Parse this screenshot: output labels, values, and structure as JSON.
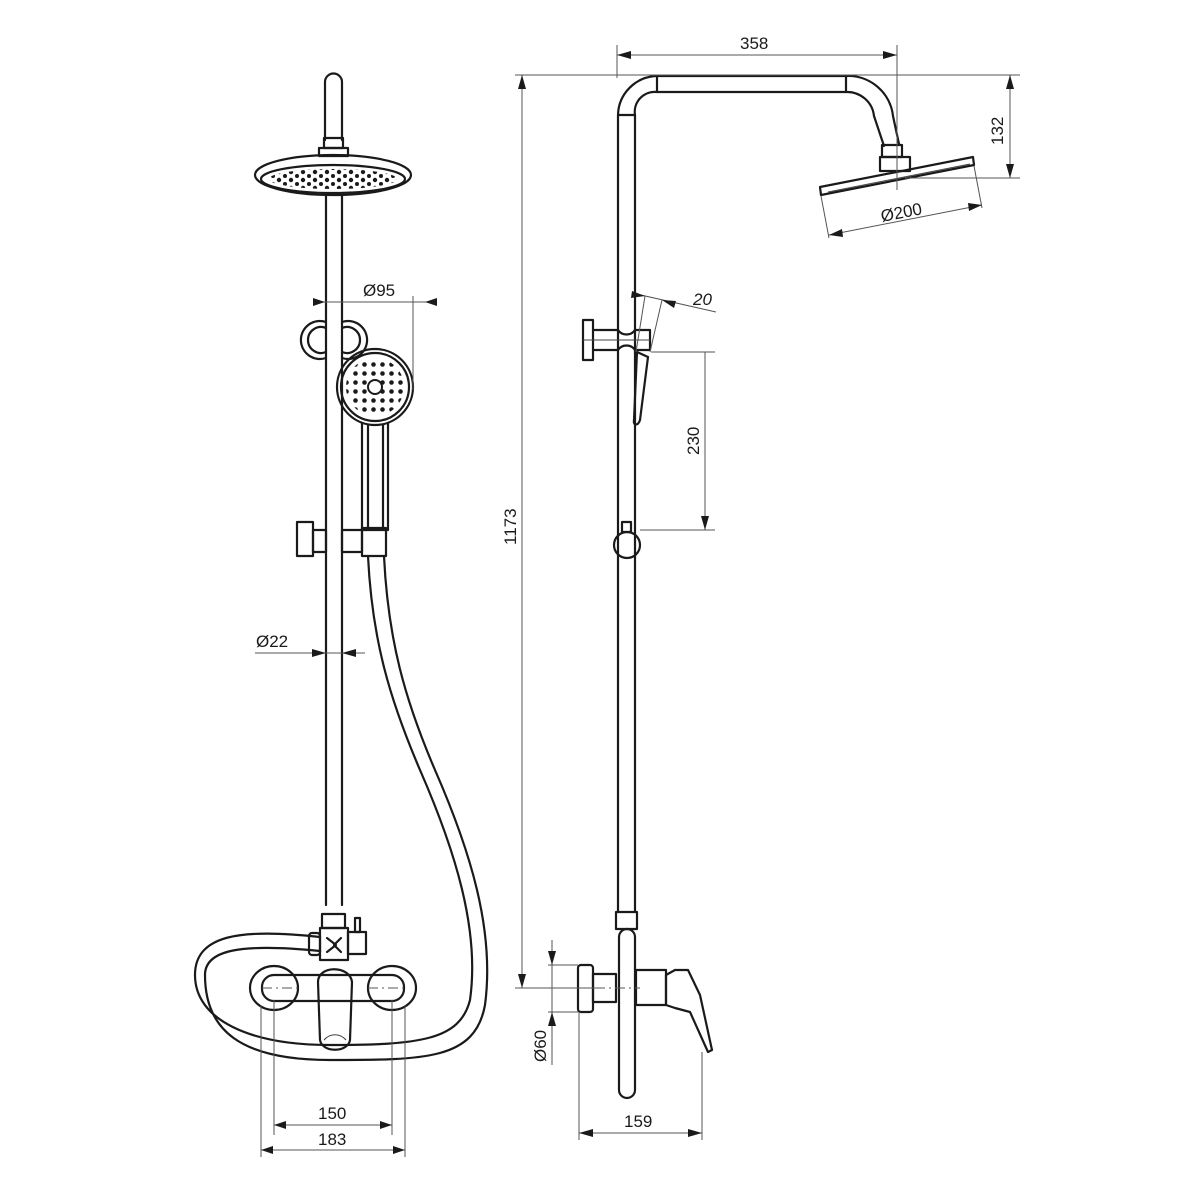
{
  "drawing": {
    "title": "Shower column technical drawing",
    "views": [
      "front-view",
      "side-view"
    ],
    "line_color": "#1a1a1a",
    "background": "#ffffff"
  },
  "dimensions": {
    "front": {
      "hand_shower_diameter": "Ø95",
      "rail_diameter": "Ø22",
      "inner_spacing": "150",
      "outer_spacing": "183"
    },
    "side": {
      "arm_projection": "358",
      "head_drop": "132",
      "head_diameter": "Ø200",
      "holder_angle": "20",
      "slide_range": "230",
      "total_height": "1173",
      "rosette_diameter": "Ø60",
      "wall_projection": "159"
    }
  }
}
